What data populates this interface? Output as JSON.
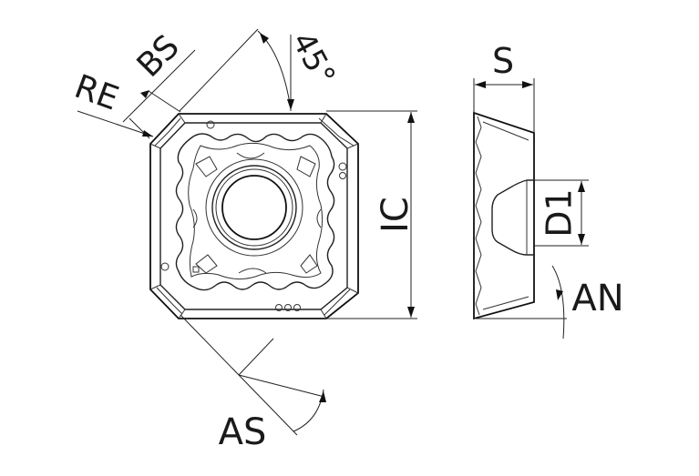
{
  "diagram": {
    "labels": {
      "bs": "BS",
      "re": "RE",
      "angle": "45°",
      "ic": "IC",
      "s": "S",
      "d1": "D1",
      "an": "AN",
      "as": "AS"
    },
    "colors": {
      "line": "#222222",
      "background": "#ffffff"
    }
  }
}
